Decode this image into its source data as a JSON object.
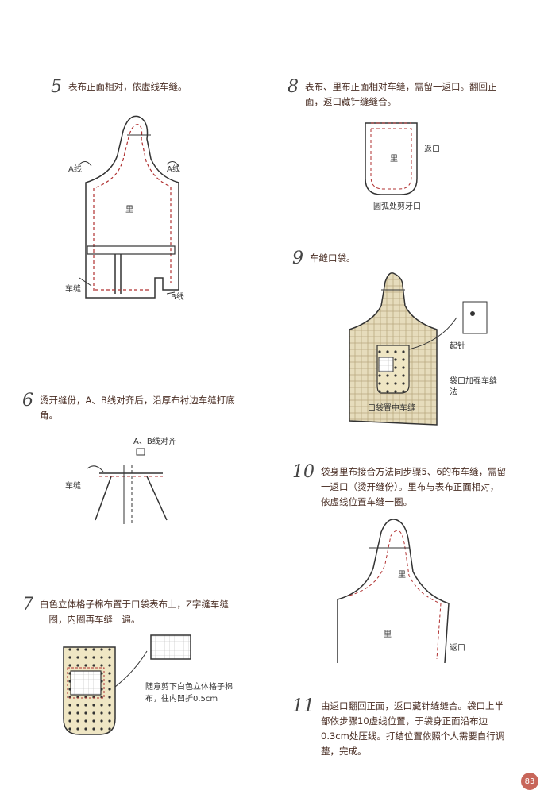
{
  "steps": {
    "s5": {
      "num": "5",
      "text": "表布正面相对，依虚线车缝。"
    },
    "s6": {
      "num": "6",
      "text": "烫开缝份，A、B线对齐后，沿厚布衬边车缝打底角。"
    },
    "s7": {
      "num": "7",
      "text": "白色立体格子棉布置于口袋表布上，Z字缝车缝一圈，内圈再车缝一遍。"
    },
    "s8": {
      "num": "8",
      "text": "表布、里布正面相对车缝，需留一返口。翻回正面，返口藏针缝缝合。"
    },
    "s9": {
      "num": "9",
      "text": "车缝口袋。"
    },
    "s10": {
      "num": "10",
      "text": "袋身里布接合方法同步骤5、6的布车缝，需留一返口（烫开缝份）。里布与表布正面相对，依虚线位置车缝一圈。"
    },
    "s11": {
      "num": "11",
      "text": "由返口翻回正面，返口藏针缝缝合。袋口上半部依步骤10虚线位置，于袋身正面沿布边0.3cm处压线。打结位置依照个人需要自行调整，完成。"
    }
  },
  "labels": {
    "a_left": "A线",
    "a_right": "A线",
    "li5": "里",
    "chefeng5": "车缝",
    "b_line": "B线",
    "ab_align": "A、B线对齐",
    "chefeng6": "车缝",
    "note7": "随意剪下白色立体格子棉布，往内凹折0.5cm",
    "li8": "里",
    "fankou8": "返口",
    "curve_cut": "圆弧处剪牙口",
    "qizhen": "起针",
    "pocket_reinforce": "袋口加强车缝法",
    "pocket_sew": "口袋置中车缝",
    "li10a": "里",
    "li10b": "里",
    "fankou10": "返口"
  },
  "page_number": "83",
  "colors": {
    "text_brown": "#4a2e24",
    "badge": "#c8665a",
    "fabric": "#e6dcbc",
    "dash_red": "#b03030"
  }
}
